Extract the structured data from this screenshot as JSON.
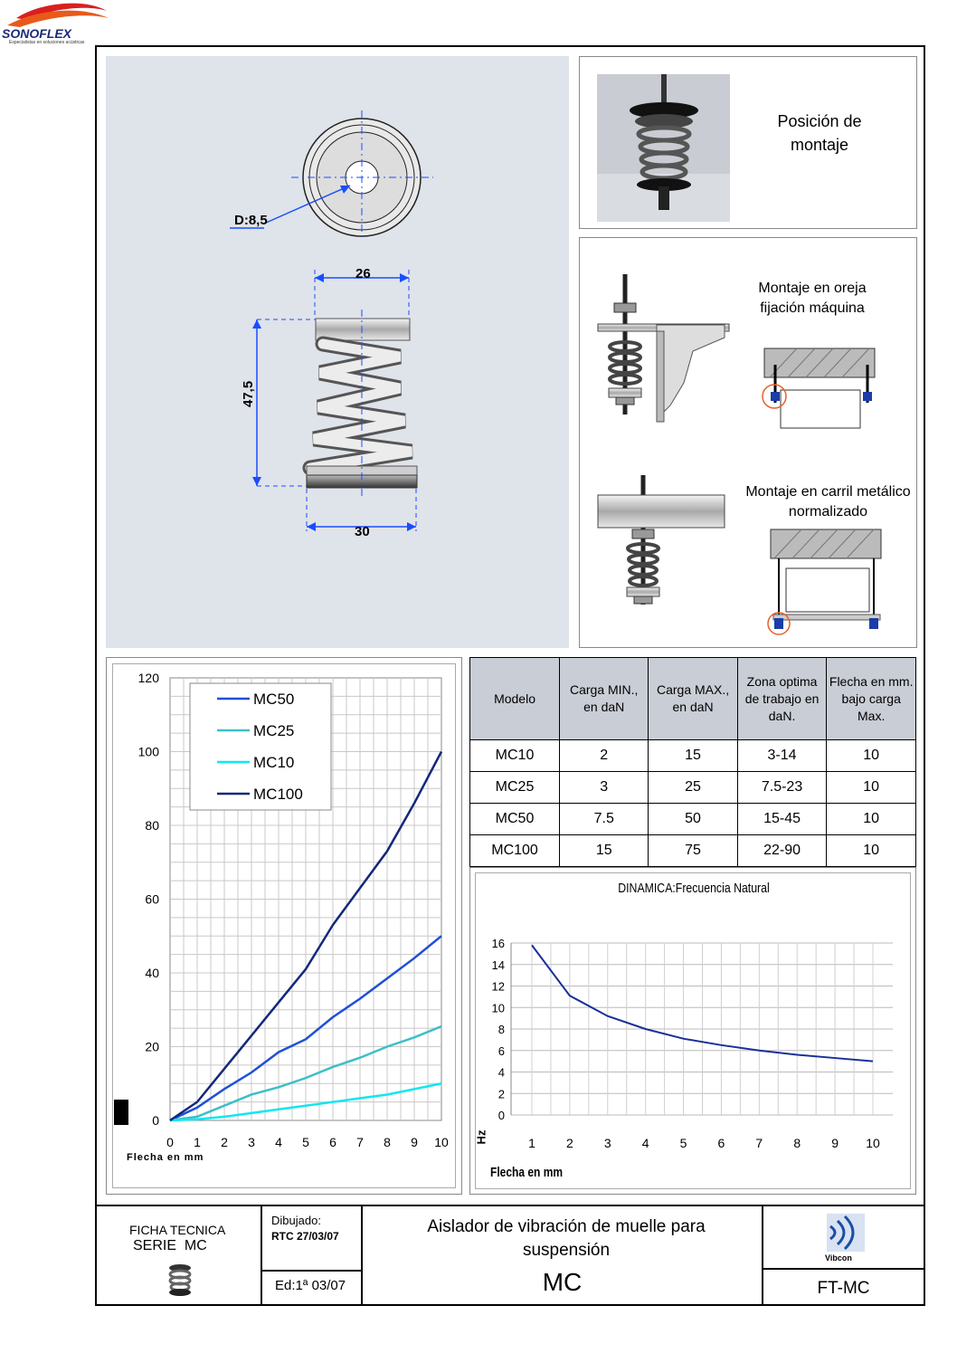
{
  "brand": {
    "name": "SONOFLEX",
    "tagline": "Especialistas en soluciones acústicas"
  },
  "drawing": {
    "hole_label": "D:8,5",
    "dim_top": "26",
    "dim_height": "47,5",
    "dim_bottom": "30"
  },
  "mounting": {
    "position_title": "Posición de montaje",
    "ear_title": "Montaje en oreja fijación máquina",
    "rail_title": "Montaje en carril metálico normalizado"
  },
  "load_chart": {
    "xlabel": "Flecha en mm",
    "legend": [
      "MC50",
      "MC25",
      "MC10",
      "MC100"
    ]
  },
  "table": {
    "headers": [
      "Modelo",
      "Carga MIN., en daN",
      "Carga MAX., en daN",
      "Zona optima de trabajo en daN.",
      "Flecha en mm. bajo carga Max."
    ],
    "rows": [
      [
        "MC10",
        "2",
        "15",
        "3-14",
        "10"
      ],
      [
        "MC25",
        "3",
        "25",
        "7.5-23",
        "10"
      ],
      [
        "MC50",
        "7.5",
        "50",
        "15-45",
        "10"
      ],
      [
        "MC100",
        "15",
        "75",
        "22-90",
        "10"
      ]
    ]
  },
  "freq_chart": {
    "title": "DINAMICA:Frecuencia Natural",
    "ylabel": "Hz",
    "xlabel": "Flecha en mm"
  },
  "title_block": {
    "sheet_type": "FICHA TECNICA",
    "series": "SERIE  MC",
    "drawn_label": "Dibujado:",
    "drawn_by": "RTC 27/03/07",
    "edition": "Ed:1ª 03/07",
    "description": "Aislador de vibración de muelle para suspensión",
    "model": "MC",
    "brand_small": "Vibcon",
    "code": "FT-MC"
  },
  "chart_data": [
    {
      "type": "line",
      "title": "",
      "xlabel": "Flecha en mm",
      "ylabel": "",
      "x": [
        0,
        1,
        2,
        3,
        4,
        5,
        6,
        7,
        8,
        9,
        10
      ],
      "xlim": [
        0,
        10
      ],
      "ylim": [
        0,
        120
      ],
      "yticks": [
        0,
        20,
        40,
        60,
        80,
        100,
        120
      ],
      "grid": true,
      "legend_position": "top-left",
      "series": [
        {
          "name": "MC50",
          "color": "#1f4fd8",
          "values": [
            0,
            3.5,
            8.5,
            13,
            18.5,
            22,
            28,
            33,
            38.5,
            44,
            50
          ]
        },
        {
          "name": "MC25",
          "color": "#3cbfc6",
          "values": [
            0,
            1,
            4,
            7,
            9,
            11.5,
            14.5,
            17,
            20,
            22.5,
            25.5
          ]
        },
        {
          "name": "MC10",
          "color": "#12e6f2",
          "values": [
            0,
            0.3,
            1,
            2,
            3,
            4,
            5,
            6,
            7,
            8.5,
            10
          ]
        },
        {
          "name": "MC100",
          "color": "#13287a",
          "values": [
            0,
            5,
            14,
            23,
            32,
            41,
            53,
            63,
            73,
            86,
            100
          ]
        }
      ]
    },
    {
      "type": "line",
      "title": "DINAMICA:Frecuencia Natural",
      "xlabel": "Flecha en mm",
      "ylabel": "Hz",
      "x": [
        1,
        2,
        3,
        4,
        5,
        6,
        7,
        8,
        9,
        10
      ],
      "xlim": [
        1,
        10
      ],
      "ylim": [
        0,
        16
      ],
      "yticks": [
        0,
        2,
        4,
        6,
        8,
        10,
        12,
        14,
        16
      ],
      "grid": true,
      "series": [
        {
          "color": "#1a2f9a",
          "values": [
            15.8,
            11.1,
            9.2,
            8.0,
            7.1,
            6.5,
            6.0,
            5.6,
            5.3,
            5.0
          ]
        }
      ]
    }
  ]
}
